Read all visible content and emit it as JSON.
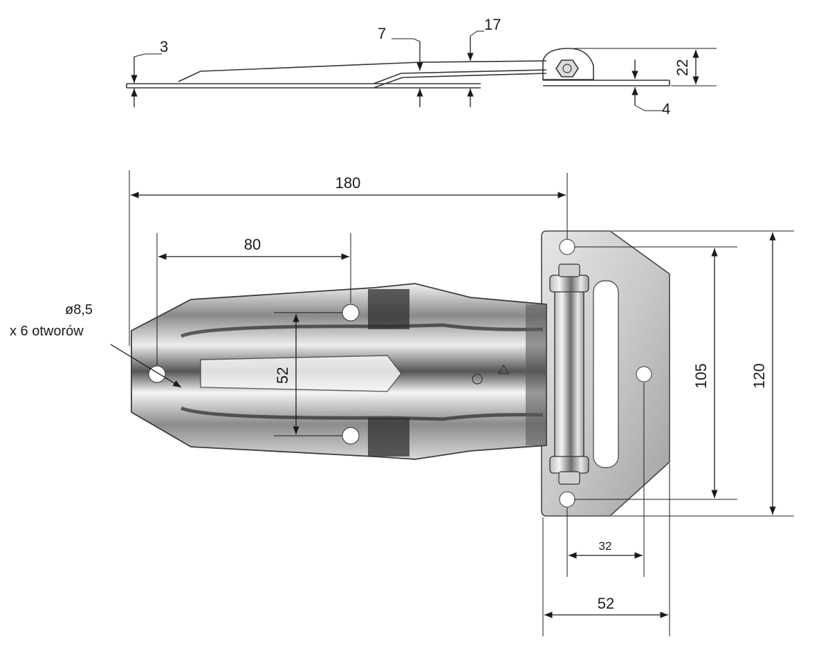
{
  "side_view": {
    "thickness_left": "3",
    "offset_a": "7",
    "offset_b": "17",
    "knuckle_height": "22",
    "leaf_thickness": "4"
  },
  "top_view": {
    "overall_length": "180",
    "hole_spacing_long": "80",
    "hole_spacing_short": "52",
    "hole_note_diameter": "ø8,5",
    "hole_note_count": "x 6 otworów",
    "plate_hole_spacing": "105",
    "plate_height": "120",
    "plate_hole_offset": "32",
    "plate_width": "52"
  },
  "colors": {
    "line": "#1a1a1a",
    "metal_light": "#e8e8e8",
    "metal_mid": "#a9a9a9",
    "metal_dark": "#3a3a3a"
  }
}
